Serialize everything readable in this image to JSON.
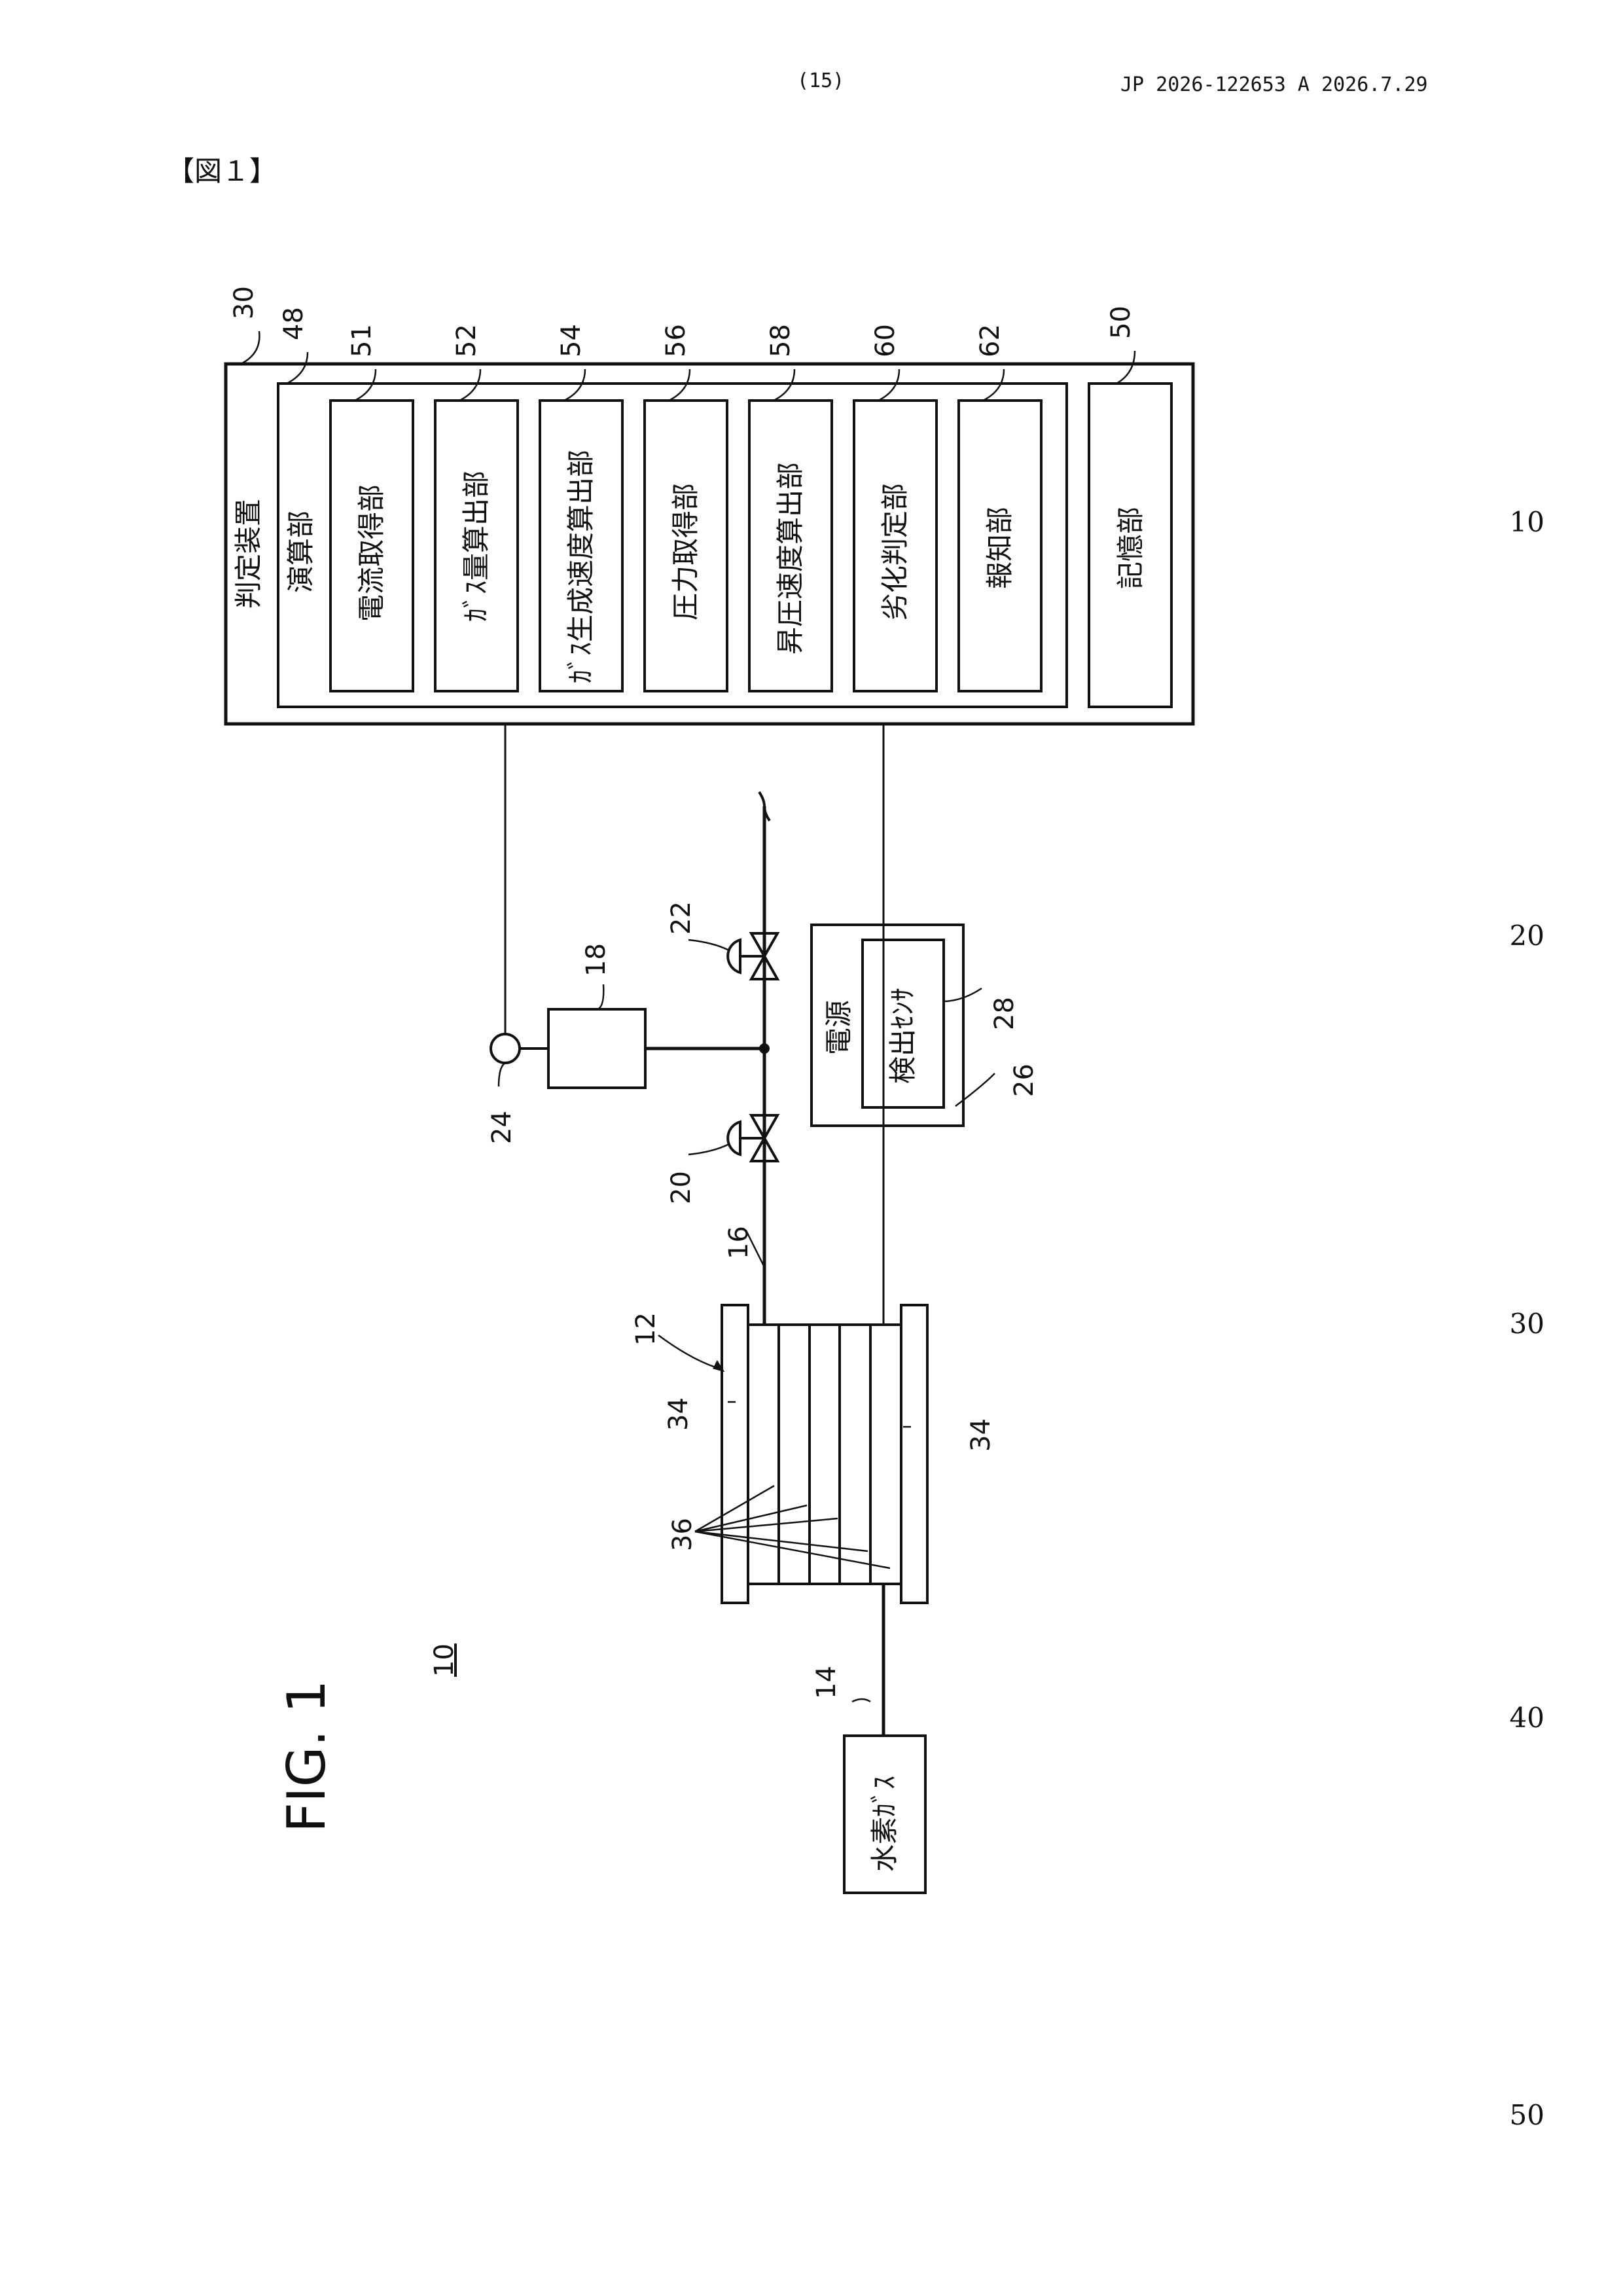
{
  "header": {
    "page_number": "(15)",
    "publication": "JP  2026-122653  A  2026.7.29"
  },
  "figure_tag": "【図１】",
  "figure_label": "FIG. 1",
  "line_numbers": [
    "10",
    "20",
    "30",
    "40",
    "50"
  ],
  "system_ref": "10",
  "judgment_device": {
    "ref": "30",
    "label": "判定装置",
    "computing_unit": {
      "ref": "48",
      "label": "演算部",
      "modules": [
        {
          "ref": "51",
          "label": "電流取得部"
        },
        {
          "ref": "52",
          "label": "ｶﾞｽ量算出部"
        },
        {
          "ref": "54",
          "label": "ｶﾞｽ生成速度算出部"
        },
        {
          "ref": "56",
          "label": "圧力取得部"
        },
        {
          "ref": "58",
          "label": "昇圧速度算出部"
        },
        {
          "ref": "60",
          "label": "劣化判定部"
        },
        {
          "ref": "62",
          "label": "報知部"
        }
      ]
    },
    "storage_unit": {
      "ref": "50",
      "label": "記憶部"
    }
  },
  "components": {
    "tank_ref": "18",
    "valve_upper_ref": "22",
    "valve_lower_ref": "20",
    "pressure_sensor_ref": "24",
    "line_ref": "16",
    "supply_line_ref": "14",
    "stack_ref": "12",
    "end_plate_ref": "34",
    "cells_ref": "36",
    "power_supply": {
      "ref": "26",
      "label": "電源"
    },
    "detection_sensor": {
      "ref": "28",
      "label": "検出ｾﾝｻ"
    },
    "hydrogen_source": {
      "label": "水素ｶﾞｽ"
    }
  }
}
